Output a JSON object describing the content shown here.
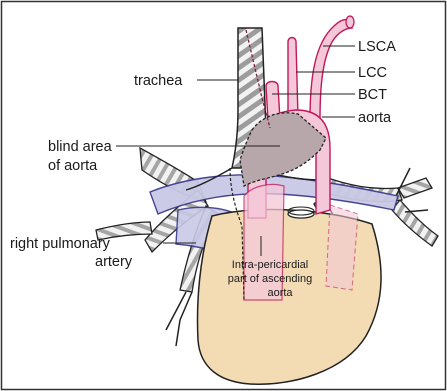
{
  "labels": {
    "lsca": "LSCA",
    "lcc": "LCC",
    "bct": "BCT",
    "aorta": "aorta",
    "trachea": "trachea",
    "blind_area_1": "blind area",
    "blind_area_2": "of aorta",
    "rpa_1": "right pulmonary",
    "rpa_2": "artery",
    "intra_1": "Intra-pericardial",
    "intra_2": "part of ascending",
    "intra_3": "aorta"
  },
  "colors": {
    "aorta_fill": "#f4c8d8",
    "aorta_stroke": "#c2185b",
    "pericardium_fill": "#f3dcb4",
    "pulmonary_fill": "#c9c9e6",
    "pulmonary_stroke": "#3a3a8c",
    "blind_area_fill": "#b7a6aa",
    "trachea_fill": "#ececec",
    "trachea_rings": "#9a9a9a",
    "outline": "#222222"
  }
}
